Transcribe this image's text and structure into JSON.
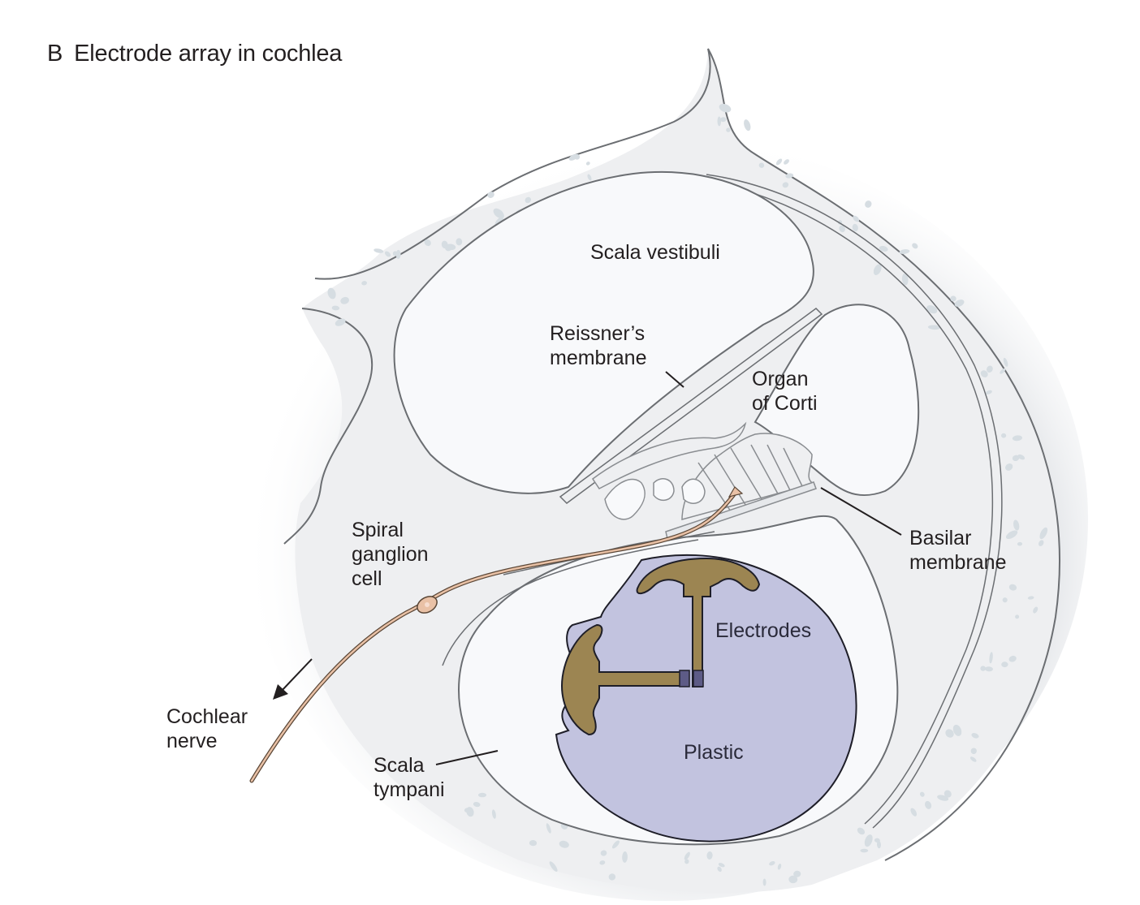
{
  "figure": {
    "panel_letter": "B",
    "title": "Electrode array in cochlea"
  },
  "labels": {
    "scala_vestibuli": "Scala vestibuli",
    "reissners_membrane": [
      "Reissner’s",
      "membrane"
    ],
    "organ_of_corti": [
      "Organ",
      "of Corti"
    ],
    "basilar_membrane": [
      "Basilar",
      "membrane"
    ],
    "spiral_ganglion_cell": [
      "Spiral",
      "ganglion",
      "cell"
    ],
    "electrodes": "Electrodes",
    "plastic": "Plastic",
    "cochlear_nerve": [
      "Cochlear",
      "nerve"
    ],
    "scala_tympani": [
      "Scala",
      "tympani"
    ]
  },
  "colors": {
    "bone": "#eeeff1",
    "bone_flecks": "#d6dde2",
    "chamber": "#f8f9fb",
    "outline": "#6b6e72",
    "plastic": "#c2c3df",
    "electrode": "#9c8552",
    "electrode_contact": "#5d5b86",
    "nerve": "#e9c1a6",
    "leader_line": "#231f20"
  }
}
